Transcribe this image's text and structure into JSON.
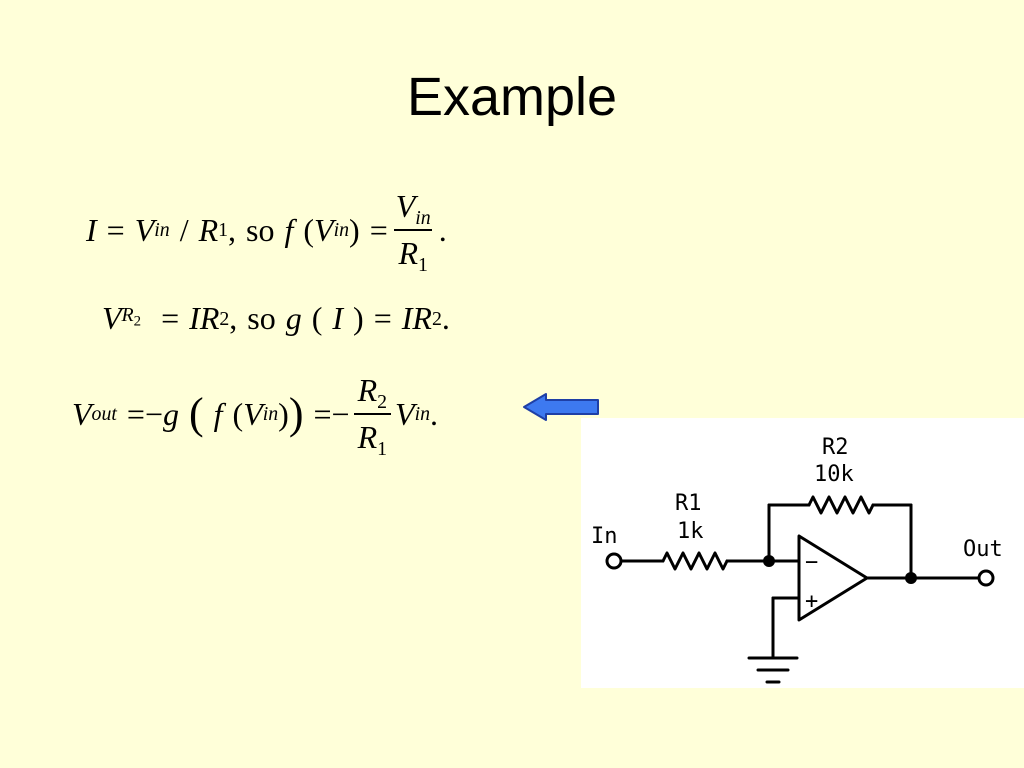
{
  "slide": {
    "title": "Example"
  },
  "equations": {
    "eq1": {
      "I": "I",
      "eq": "=",
      "V": "V",
      "in": "in",
      "slash": "/",
      "R": "R",
      "one": "1",
      "comma": ",",
      "so": "so",
      "f": "f",
      "lparen": "(",
      "rparen": ")",
      "period": "."
    },
    "eq2": {
      "V": "V",
      "R": "R",
      "two": "2",
      "eq": "=",
      "IR": "IR",
      "comma": ",",
      "so": "so",
      "g": "g",
      "lparen": "(",
      "I": "I",
      "rparen": ")",
      "period": "."
    },
    "eq3": {
      "V": "V",
      "out": "out",
      "eq": "=",
      "neg": "−",
      "g": "g",
      "lbig": "(",
      "f": "f",
      "lparen": "(",
      "in": "in",
      "rparen": ")",
      "rbig": ")",
      "R": "R",
      "two": "2",
      "one": "1",
      "period": "."
    }
  },
  "circuit": {
    "label_in": "In",
    "label_out": "Out",
    "r1_name": "R1",
    "r1_value": "1k",
    "r2_name": "R2",
    "r2_value": "10k",
    "minus_sign": "−",
    "plus_sign": "+"
  },
  "colors": {
    "background": "#ffffd9",
    "arrow_fill": "#3d79f0",
    "arrow_stroke": "#1e3fa6"
  }
}
